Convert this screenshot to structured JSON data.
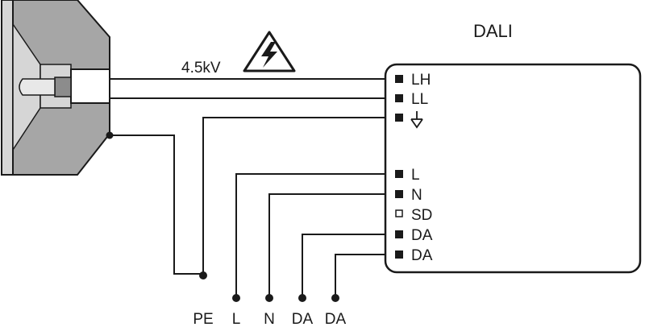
{
  "device": {
    "title": "DALI"
  },
  "voltage": {
    "label": "4.5kV"
  },
  "warning": {
    "icon": "high-voltage-warning-icon"
  },
  "terminals": [
    {
      "label": "LH",
      "marker": "filled"
    },
    {
      "label": "LL",
      "marker": "filled"
    },
    {
      "label": "",
      "marker": "filled",
      "icon": "ground-icon"
    },
    {
      "label": "L",
      "marker": "filled"
    },
    {
      "label": "N",
      "marker": "filled"
    },
    {
      "label": "SD",
      "marker": "open"
    },
    {
      "label": "DA",
      "marker": "filled"
    },
    {
      "label": "DA",
      "marker": "filled"
    }
  ],
  "bottom_labels": [
    "PE",
    "L",
    "N",
    "DA",
    "DA"
  ],
  "colors": {
    "line": "#1a1a1a",
    "lamp_dark": "#a6a6a6",
    "lamp_light": "#d6d6d6",
    "bulb": "#e8e8e8",
    "bulb_base": "#8c8c8c"
  }
}
